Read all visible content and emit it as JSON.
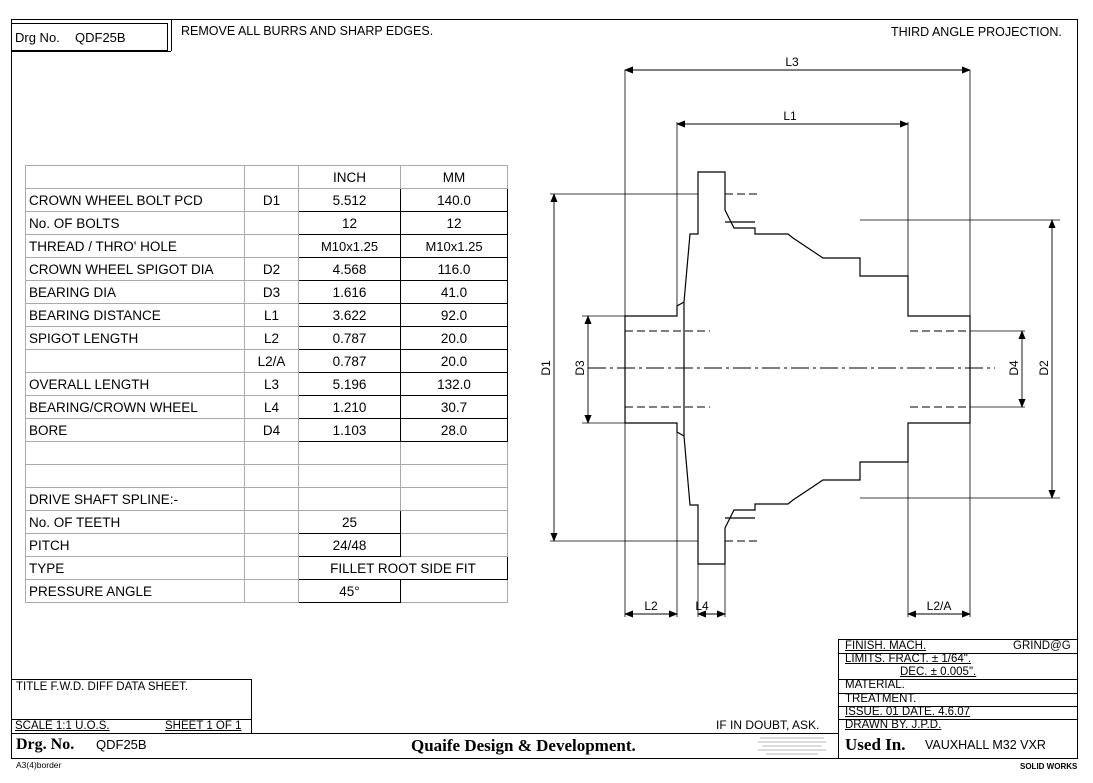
{
  "header": {
    "drg_no_label": "Drg No.",
    "drg_no_value": "QDF25B",
    "note": "REMOVE ALL BURRS AND SHARP EDGES.",
    "projection": "THIRD ANGLE PROJECTION."
  },
  "table": {
    "col_inch": "INCH",
    "col_mm": "MM",
    "rows": [
      {
        "name": "CROWN WHEEL BOLT PCD",
        "sym": "D1",
        "inch": "5.512",
        "mm": "140.0"
      },
      {
        "name": "No. OF BOLTS",
        "sym": "",
        "inch": "12",
        "mm": "12"
      },
      {
        "name": "THREAD / THRO' HOLE",
        "sym": "",
        "inch": "M10x1.25",
        "mm": "M10x1.25"
      },
      {
        "name": "CROWN WHEEL SPIGOT DIA",
        "sym": "D2",
        "inch": "4.568",
        "mm": "116.0"
      },
      {
        "name": "BEARING DIA",
        "sym": "D3",
        "inch": "1.616",
        "mm": "41.0"
      },
      {
        "name": "BEARING DISTANCE",
        "sym": "L1",
        "inch": "3.622",
        "mm": "92.0"
      },
      {
        "name": "SPIGOT LENGTH",
        "sym": "L2",
        "inch": "0.787",
        "mm": "20.0"
      },
      {
        "name": "",
        "sym": "L2/A",
        "inch": "0.787",
        "mm": "20.0"
      },
      {
        "name": "OVERALL LENGTH",
        "sym": "L3",
        "inch": "5.196",
        "mm": "132.0"
      },
      {
        "name": "BEARING/CROWN WHEEL",
        "sym": "L4",
        "inch": "1.210",
        "mm": "30.7"
      },
      {
        "name": "BORE",
        "sym": "D4",
        "inch": "1.103",
        "mm": "28.0"
      }
    ],
    "spline_title": "DRIVE SHAFT SPLINE:-",
    "spline_rows": [
      {
        "name": "No. OF TEETH",
        "value": "25"
      },
      {
        "name": "PITCH",
        "value": "24/48"
      },
      {
        "name": "TYPE",
        "value": "FILLET ROOT SIDE FIT"
      },
      {
        "name": "PRESSURE ANGLE",
        "value": "45°"
      }
    ]
  },
  "drawing": {
    "labels": {
      "L3": "L3",
      "L1": "L1",
      "L2": "L2",
      "L4": "L4",
      "L2A": "L2/A",
      "D1": "D1",
      "D3": "D3",
      "D4": "D4",
      "D2": "D2"
    }
  },
  "title_block": {
    "title": "TITLE  F.W.D. DIFF DATA SHEET.",
    "scale": "SCALE 1:1 U.O.S.",
    "sheet": "SHEET 1 OF 1",
    "drg_no_label": "Drg. No.",
    "drg_no_value": "QDF25B",
    "company": "Quaife Design & Development.",
    "doubt": "IF IN DOUBT, ASK.",
    "finish": "FINISH. MACH.",
    "grind": "GRIND@G",
    "limits": "LIMITS. FRACT.  ± 1/64\".",
    "dec": "DEC.  ± 0.005\".",
    "material": "MATERIAL.",
    "treatment": "TREATMENT.",
    "issue": "ISSUE. 01   DATE. 4.6.07",
    "drawn": "DRAWN BY. J.P.D.",
    "used_label": "Used In.",
    "used_value": "VAUXHALL M32 VXR",
    "border": "A3(4)border",
    "software": "SOLID WORKS"
  }
}
